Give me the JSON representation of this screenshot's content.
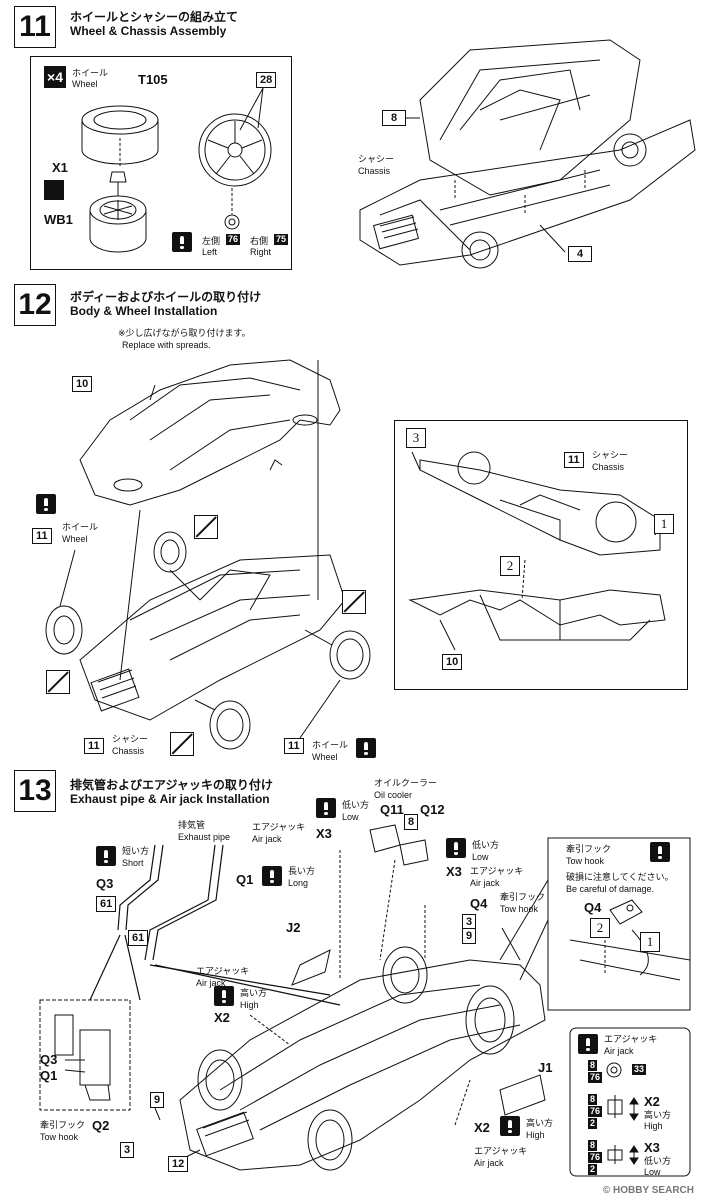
{
  "steps": [
    {
      "number": "11",
      "title_jp": "ホイールとシャシーの組み立て",
      "title_en": "Wheel & Chassis Assembly"
    },
    {
      "number": "12",
      "title_jp": "ボディーおよびホイールの取り付け",
      "title_en": "Body & Wheel Installation"
    },
    {
      "number": "13",
      "title_jp": "排気管およびエアジャッキの取り付け",
      "title_en": "Exhaust pipe & Air jack Installation"
    }
  ],
  "step11": {
    "qty": "4",
    "wheel_jp": "ホイール",
    "wheel_en": "Wheel",
    "t105": "T105",
    "x1": "X1",
    "wb1": "WB1",
    "tag28": "28",
    "left_jp": "左側",
    "left_en": "Left",
    "left_code": "76",
    "right_jp": "右側",
    "right_en": "Right",
    "right_code": "75",
    "tag8": "8",
    "chassis_jp": "シャシー",
    "chassis_en": "Chassis",
    "tag4": "4"
  },
  "step12": {
    "note_jp": "※少し広げながら取り付けます。",
    "note_en": "Replace with spreads.",
    "tag10": "10",
    "tag11": "11",
    "wheel_jp": "ホイール",
    "wheel_en": "Wheel",
    "chassis_jp": "シャシー",
    "chassis_en": "Chassis",
    "n1": "1",
    "n2": "2",
    "n3": "3"
  },
  "step13": {
    "exhaust_jp": "排気管",
    "exhaust_en": "Exhaust pipe",
    "short_jp": "短い方",
    "short_en": "Short",
    "long_jp": "長い方",
    "long_en": "Long",
    "q3": "Q3",
    "q1": "Q1",
    "tag61": "61",
    "airjack_jp": "エアジャッキ",
    "airjack_en": "Air jack",
    "low_jp": "低い方",
    "low_en": "Low",
    "high_jp": "高い方",
    "high_en": "High",
    "x3": "X3",
    "x2": "X2",
    "oilcooler_jp": "オイルクーラー",
    "oilcooler_en": "Oil cooler",
    "q11": "Q11",
    "q12": "Q12",
    "tag8": "8",
    "towhook_jp": "牽引フック",
    "towhook_en": "Tow hook",
    "q4": "Q4",
    "tag3": "3",
    "tag9": "9",
    "j2": "J2",
    "j1": "J1",
    "q2": "Q2",
    "tag12": "12",
    "inset_towhook_jp": "牽引フック",
    "inset_towhook_en": "Tow hook",
    "damage_jp": "破損に注意してください。",
    "damage_en": "Be careful of damage.",
    "tag76": "76",
    "tag33": "33",
    "tag2": "2"
  },
  "watermark": "© HOBBY SEARCH"
}
